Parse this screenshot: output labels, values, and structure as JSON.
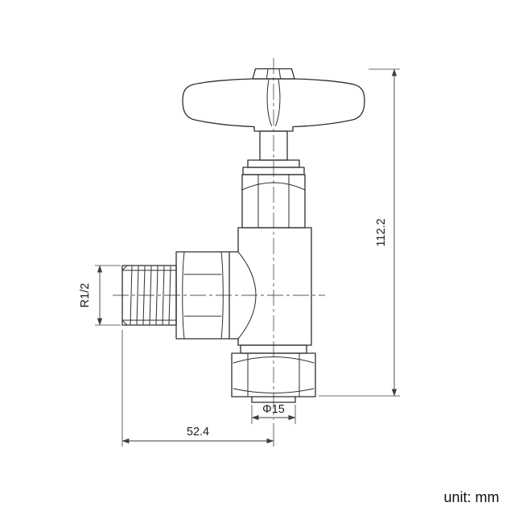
{
  "drawing": {
    "labels": {
      "overall_height": "112.2",
      "center_to_end": "52.4",
      "pipe_diameter": "Φ15",
      "thread_size": "R1/2"
    },
    "unit_note": "unit: mm"
  },
  "colors": {
    "line": "#2e2e2e",
    "dimension": "#3d3d3d",
    "text": "#1c1c1c",
    "background": "#ffffff"
  }
}
